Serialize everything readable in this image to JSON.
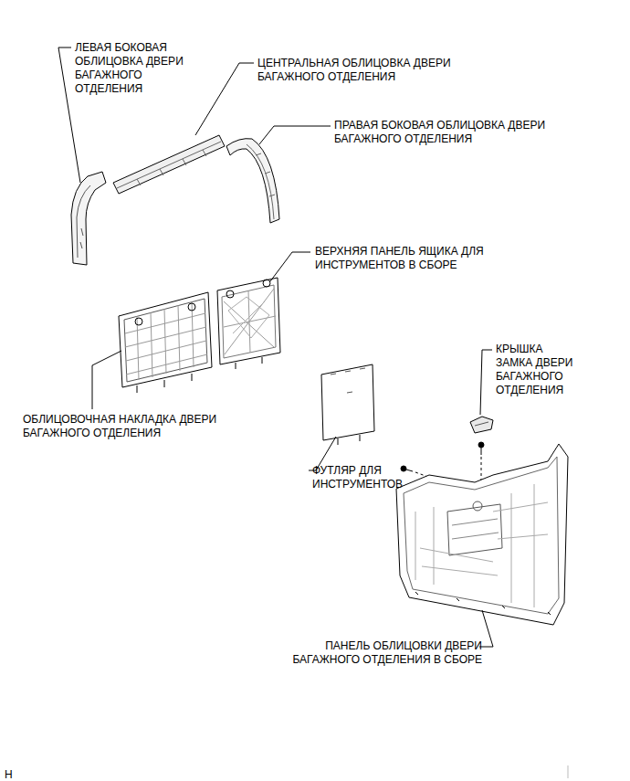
{
  "diagram": {
    "labels": [
      "ЛЕВАЯ БОКОВАЯ ОБЛИЦОВКА ДВЕРИ БАГАЖНОГО ОТДЕЛЕНИЯ",
      "ЦЕНТРАЛЬНАЯ ОБЛИЦОВКА ДВЕРИ БАГАЖНОГО ОТДЕЛЕНИЯ",
      "ПРАВАЯ БОКОВАЯ ОБЛИЦОВКА ДВЕРИ БАГАЖНОГО ОТДЕЛЕНИЯ",
      "ВЕРХНЯЯ ПАНЕЛЬ ЯЩИКА ДЛЯ ИНСТРУМЕНТОВ В СБОРЕ",
      "ОБЛИЦОВОЧНАЯ НАКЛАДКА ДВЕРИ БАГАЖНОГО ОТДЕЛЕНИЯ",
      "КРЫШКА ЗАМКА ДВЕРИ БАГАЖНОГО ОТДЕЛЕНИЯ",
      "ФУТЛЯР ДЛЯ ИНСТРУМЕНТОВ",
      "ПАНЕЛЬ ОБЛИЦОВКИ ДВЕРИ БАГАЖНОГО ОТДЕЛЕНИЯ В СБОРЕ",
      "H"
    ]
  }
}
